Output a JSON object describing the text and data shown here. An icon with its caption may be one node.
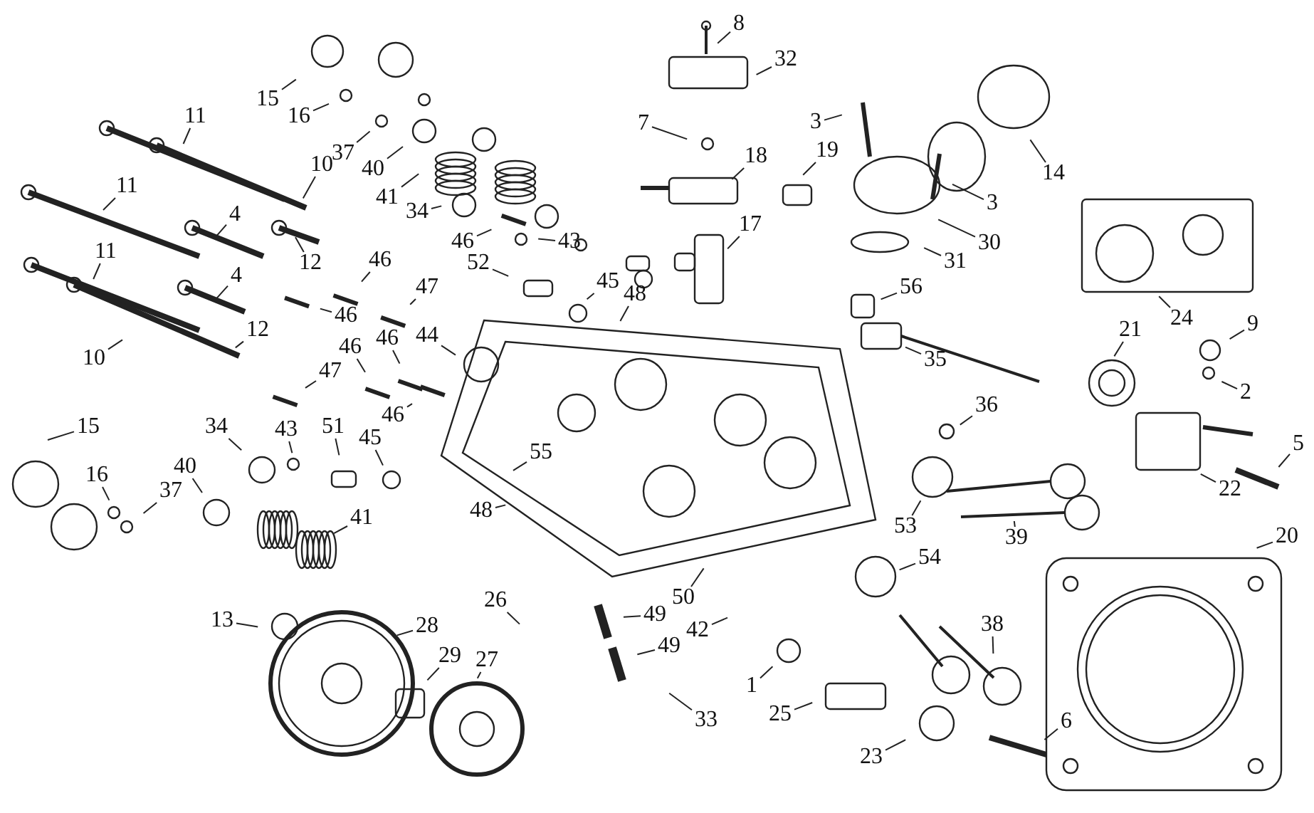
{
  "diagram": {
    "nodes": [
      {
        "text": [
          "8"
        ]
      },
      {
        "text": [
          "32"
        ]
      },
      {
        "text": [
          "15"
        ]
      },
      {
        "text": [
          "16"
        ]
      },
      {
        "text": [
          "11"
        ]
      },
      {
        "text": [
          "3"
        ]
      },
      {
        "text": [
          "7"
        ]
      },
      {
        "text": [
          "37"
        ]
      },
      {
        "text": [
          "18"
        ]
      },
      {
        "text": [
          "19"
        ]
      },
      {
        "text": [
          "10"
        ]
      },
      {
        "text": [
          "40"
        ]
      },
      {
        "text": [
          "14"
        ]
      },
      {
        "text": [
          "11"
        ]
      },
      {
        "text": [
          "41"
        ]
      },
      {
        "text": [
          "3"
        ]
      },
      {
        "text": [
          "34"
        ]
      },
      {
        "text": [
          "4"
        ]
      },
      {
        "text": [
          "17"
        ]
      },
      {
        "text": [
          "43"
        ]
      },
      {
        "text": [
          "30"
        ]
      },
      {
        "text": [
          "46"
        ]
      },
      {
        "text": [
          "11"
        ]
      },
      {
        "text": [
          "46"
        ]
      },
      {
        "text": [
          "31"
        ]
      },
      {
        "text": [
          "12"
        ]
      },
      {
        "text": [
          "52"
        ]
      },
      {
        "text": [
          "4"
        ]
      },
      {
        "text": [
          "45"
        ]
      },
      {
        "text": [
          "47"
        ]
      },
      {
        "text": [
          "56"
        ]
      },
      {
        "text": [
          "48"
        ]
      },
      {
        "text": [
          "24"
        ]
      },
      {
        "text": [
          "46"
        ]
      },
      {
        "text": [
          "9"
        ]
      },
      {
        "text": [
          "12"
        ]
      },
      {
        "text": [
          "21"
        ]
      },
      {
        "text": [
          "46"
        ]
      },
      {
        "text": [
          "46"
        ]
      },
      {
        "text": [
          "44"
        ]
      },
      {
        "text": [
          "10"
        ]
      },
      {
        "text": [
          "35"
        ]
      },
      {
        "text": [
          "47"
        ]
      },
      {
        "text": [
          "2"
        ]
      },
      {
        "text": [
          "46"
        ]
      },
      {
        "text": [
          "36"
        ]
      },
      {
        "text": [
          "15"
        ]
      },
      {
        "text": [
          "34"
        ]
      },
      {
        "text": [
          "43"
        ]
      },
      {
        "text": [
          "51"
        ]
      },
      {
        "text": [
          "45"
        ]
      },
      {
        "text": [
          "5"
        ]
      },
      {
        "text": [
          "55"
        ]
      },
      {
        "text": [
          "16"
        ]
      },
      {
        "text": [
          "40"
        ]
      },
      {
        "text": [
          "37"
        ]
      },
      {
        "text": [
          "22"
        ]
      },
      {
        "text": [
          "48"
        ]
      },
      {
        "text": [
          "53"
        ]
      },
      {
        "text": [
          "41"
        ]
      },
      {
        "text": [
          "20"
        ]
      },
      {
        "text": [
          "39"
        ]
      },
      {
        "text": [
          "54"
        ]
      },
      {
        "text": [
          "50"
        ]
      },
      {
        "text": [
          "26"
        ]
      },
      {
        "text": [
          "49"
        ]
      },
      {
        "text": [
          "13"
        ]
      },
      {
        "text": [
          "38"
        ]
      },
      {
        "text": [
          "28"
        ]
      },
      {
        "text": [
          "42"
        ]
      },
      {
        "text": [
          "49"
        ]
      },
      {
        "text": [
          "29"
        ]
      },
      {
        "text": [
          "27"
        ]
      },
      {
        "text": [
          "1"
        ]
      },
      {
        "text": [
          "25"
        ]
      },
      {
        "text": [
          "33"
        ]
      },
      {
        "text": [
          "6"
        ]
      },
      {
        "text": [
          "23"
        ]
      }
    ],
    "edges": [
      {
        "from": 0,
        "to": null,
        "arrow": "none"
      },
      {
        "from": 1,
        "to": null,
        "arrow": "none"
      },
      {
        "from": 2,
        "to": null,
        "arrow": "none"
      },
      {
        "from": 3,
        "to": null,
        "arrow": "none"
      },
      {
        "from": 4,
        "to": null,
        "arrow": "none"
      },
      {
        "from": 5,
        "to": null,
        "arrow": "none"
      },
      {
        "from": 6,
        "to": null,
        "arrow": "none"
      },
      {
        "from": 7,
        "to": null,
        "arrow": "none"
      },
      {
        "from": 8,
        "to": null,
        "arrow": "none"
      },
      {
        "from": 9,
        "to": null,
        "arrow": "none"
      },
      {
        "from": 10,
        "to": null,
        "arrow": "none"
      },
      {
        "from": 11,
        "to": null,
        "arrow": "none"
      },
      {
        "from": 12,
        "to": null,
        "arrow": "none"
      },
      {
        "from": 13,
        "to": null,
        "arrow": "none"
      },
      {
        "from": 14,
        "to": null,
        "arrow": "none"
      },
      {
        "from": 15,
        "to": null,
        "arrow": "none"
      },
      {
        "from": 16,
        "to": null,
        "arrow": "none"
      },
      {
        "from": 17,
        "to": null,
        "arrow": "none"
      },
      {
        "from": 18,
        "to": null,
        "arrow": "none"
      },
      {
        "from": 19,
        "to": null,
        "arrow": "none"
      },
      {
        "from": 20,
        "to": null,
        "arrow": "none"
      },
      {
        "from": 21,
        "to": null,
        "arrow": "none"
      },
      {
        "from": 22,
        "to": null,
        "arrow": "none"
      },
      {
        "from": 23,
        "to": null,
        "arrow": "none"
      },
      {
        "from": 24,
        "to": null,
        "arrow": "none"
      },
      {
        "from": 25,
        "to": null,
        "arrow": "none"
      },
      {
        "from": 26,
        "to": null,
        "arrow": "none"
      },
      {
        "from": 27,
        "to": null,
        "arrow": "none"
      },
      {
        "from": 28,
        "to": null,
        "arrow": "none"
      },
      {
        "from": 29,
        "to": null,
        "arrow": "none"
      },
      {
        "from": 30,
        "to": null,
        "arrow": "none"
      },
      {
        "from": 31,
        "to": null,
        "arrow": "none"
      },
      {
        "from": 32,
        "to": null,
        "arrow": "none"
      },
      {
        "from": 33,
        "to": null,
        "arrow": "none"
      },
      {
        "from": 34,
        "to": null,
        "arrow": "none"
      },
      {
        "from": 35,
        "to": null,
        "arrow": "none"
      },
      {
        "from": 36,
        "to": null,
        "arrow": "none"
      },
      {
        "from": 37,
        "to": null,
        "arrow": "none"
      },
      {
        "from": 38,
        "to": null,
        "arrow": "none"
      },
      {
        "from": 39,
        "to": null,
        "arrow": "none"
      },
      {
        "from": 40,
        "to": null,
        "arrow": "none"
      },
      {
        "from": 41,
        "to": null,
        "arrow": "none"
      },
      {
        "from": 42,
        "to": null,
        "arrow": "none"
      },
      {
        "from": 43,
        "to": null,
        "arrow": "none"
      },
      {
        "from": 44,
        "to": null,
        "arrow": "none"
      },
      {
        "from": 45,
        "to": null,
        "arrow": "none"
      },
      {
        "from": 46,
        "to": null,
        "arrow": "none"
      },
      {
        "from": 47,
        "to": null,
        "arrow": "none"
      },
      {
        "from": 48,
        "to": null,
        "arrow": "none"
      },
      {
        "from": 49,
        "to": null,
        "arrow": "none"
      },
      {
        "from": 50,
        "to": null,
        "arrow": "none"
      },
      {
        "from": 51,
        "to": null,
        "arrow": "none"
      },
      {
        "from": 52,
        "to": null,
        "arrow": "none"
      },
      {
        "from": 53,
        "to": null,
        "arrow": "none"
      },
      {
        "from": 54,
        "to": null,
        "arrow": "none"
      },
      {
        "from": 55,
        "to": null,
        "arrow": "none"
      },
      {
        "from": 56,
        "to": null,
        "arrow": "none"
      },
      {
        "from": 57,
        "to": null,
        "arrow": "none"
      },
      {
        "from": 58,
        "to": null,
        "arrow": "none"
      },
      {
        "from": 59,
        "to": null,
        "arrow": "none"
      },
      {
        "from": 60,
        "to": null,
        "arrow": "none"
      },
      {
        "from": 61,
        "to": null,
        "arrow": "none"
      },
      {
        "from": 62,
        "to": null,
        "arrow": "none"
      },
      {
        "from": 63,
        "to": null,
        "arrow": "none"
      },
      {
        "from": 64,
        "to": null,
        "arrow": "none"
      },
      {
        "from": 65,
        "to": null,
        "arrow": "none"
      },
      {
        "from": 66,
        "to": null,
        "arrow": "none"
      },
      {
        "from": 67,
        "to": null,
        "arrow": "none"
      },
      {
        "from": 68,
        "to": null,
        "arrow": "none"
      },
      {
        "from": 69,
        "to": null,
        "arrow": "none"
      },
      {
        "from": 70,
        "to": null,
        "arrow": "none"
      },
      {
        "from": 71,
        "to": null,
        "arrow": "none"
      },
      {
        "from": 72,
        "to": null,
        "arrow": "none"
      },
      {
        "from": 73,
        "to": null,
        "arrow": "none"
      },
      {
        "from": 74,
        "to": null,
        "arrow": "none"
      },
      {
        "from": 75,
        "to": null,
        "arrow": "none"
      },
      {
        "from": 76,
        "to": null,
        "arrow": "none"
      },
      {
        "from": 77,
        "to": null,
        "arrow": "none"
      }
    ]
  }
}
